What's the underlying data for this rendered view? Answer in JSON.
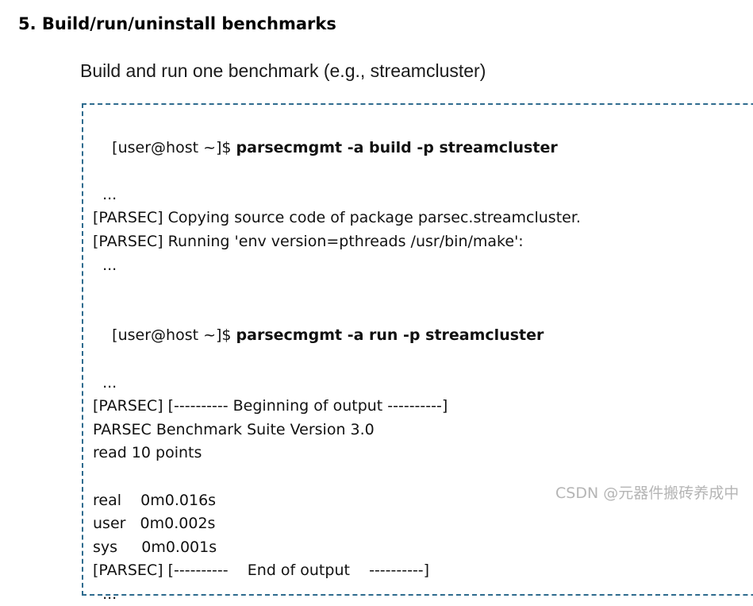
{
  "page": {
    "title": "5. Build/run/uninstall benchmarks",
    "subtitle": "Build and run one benchmark (e.g., streamcluster)"
  },
  "terminal": {
    "border_color": "#2e6b8e",
    "text_color": "#111111",
    "lines": [
      {
        "prompt": "[user@host ~]$ ",
        "command": "parsecmgmt -a build -p streamcluster"
      },
      {
        "text": "  ..."
      },
      {
        "text": "[PARSEC] Copying source code of package parsec.streamcluster."
      },
      {
        "text": "[PARSEC] Running 'env version=pthreads /usr/bin/make':"
      },
      {
        "text": "  ..."
      },
      {
        "text": " "
      },
      {
        "prompt": "[user@host ~]$ ",
        "command": "parsecmgmt -a run -p streamcluster"
      },
      {
        "text": "  ..."
      },
      {
        "text": "[PARSEC] [---------- Beginning of output ----------]"
      },
      {
        "text": "PARSEC Benchmark Suite Version 3.0"
      },
      {
        "text": "read 10 points"
      },
      {
        "text": " "
      },
      {
        "text": "real    0m0.016s"
      },
      {
        "text": "user   0m0.002s"
      },
      {
        "text": "sys     0m0.001s"
      },
      {
        "text": "[PARSEC] [----------    End of output    ----------]"
      },
      {
        "text": "  ..."
      }
    ]
  },
  "watermark": {
    "text": "CSDN @元器件搬砖养成中",
    "color": "#b5b5b5"
  }
}
